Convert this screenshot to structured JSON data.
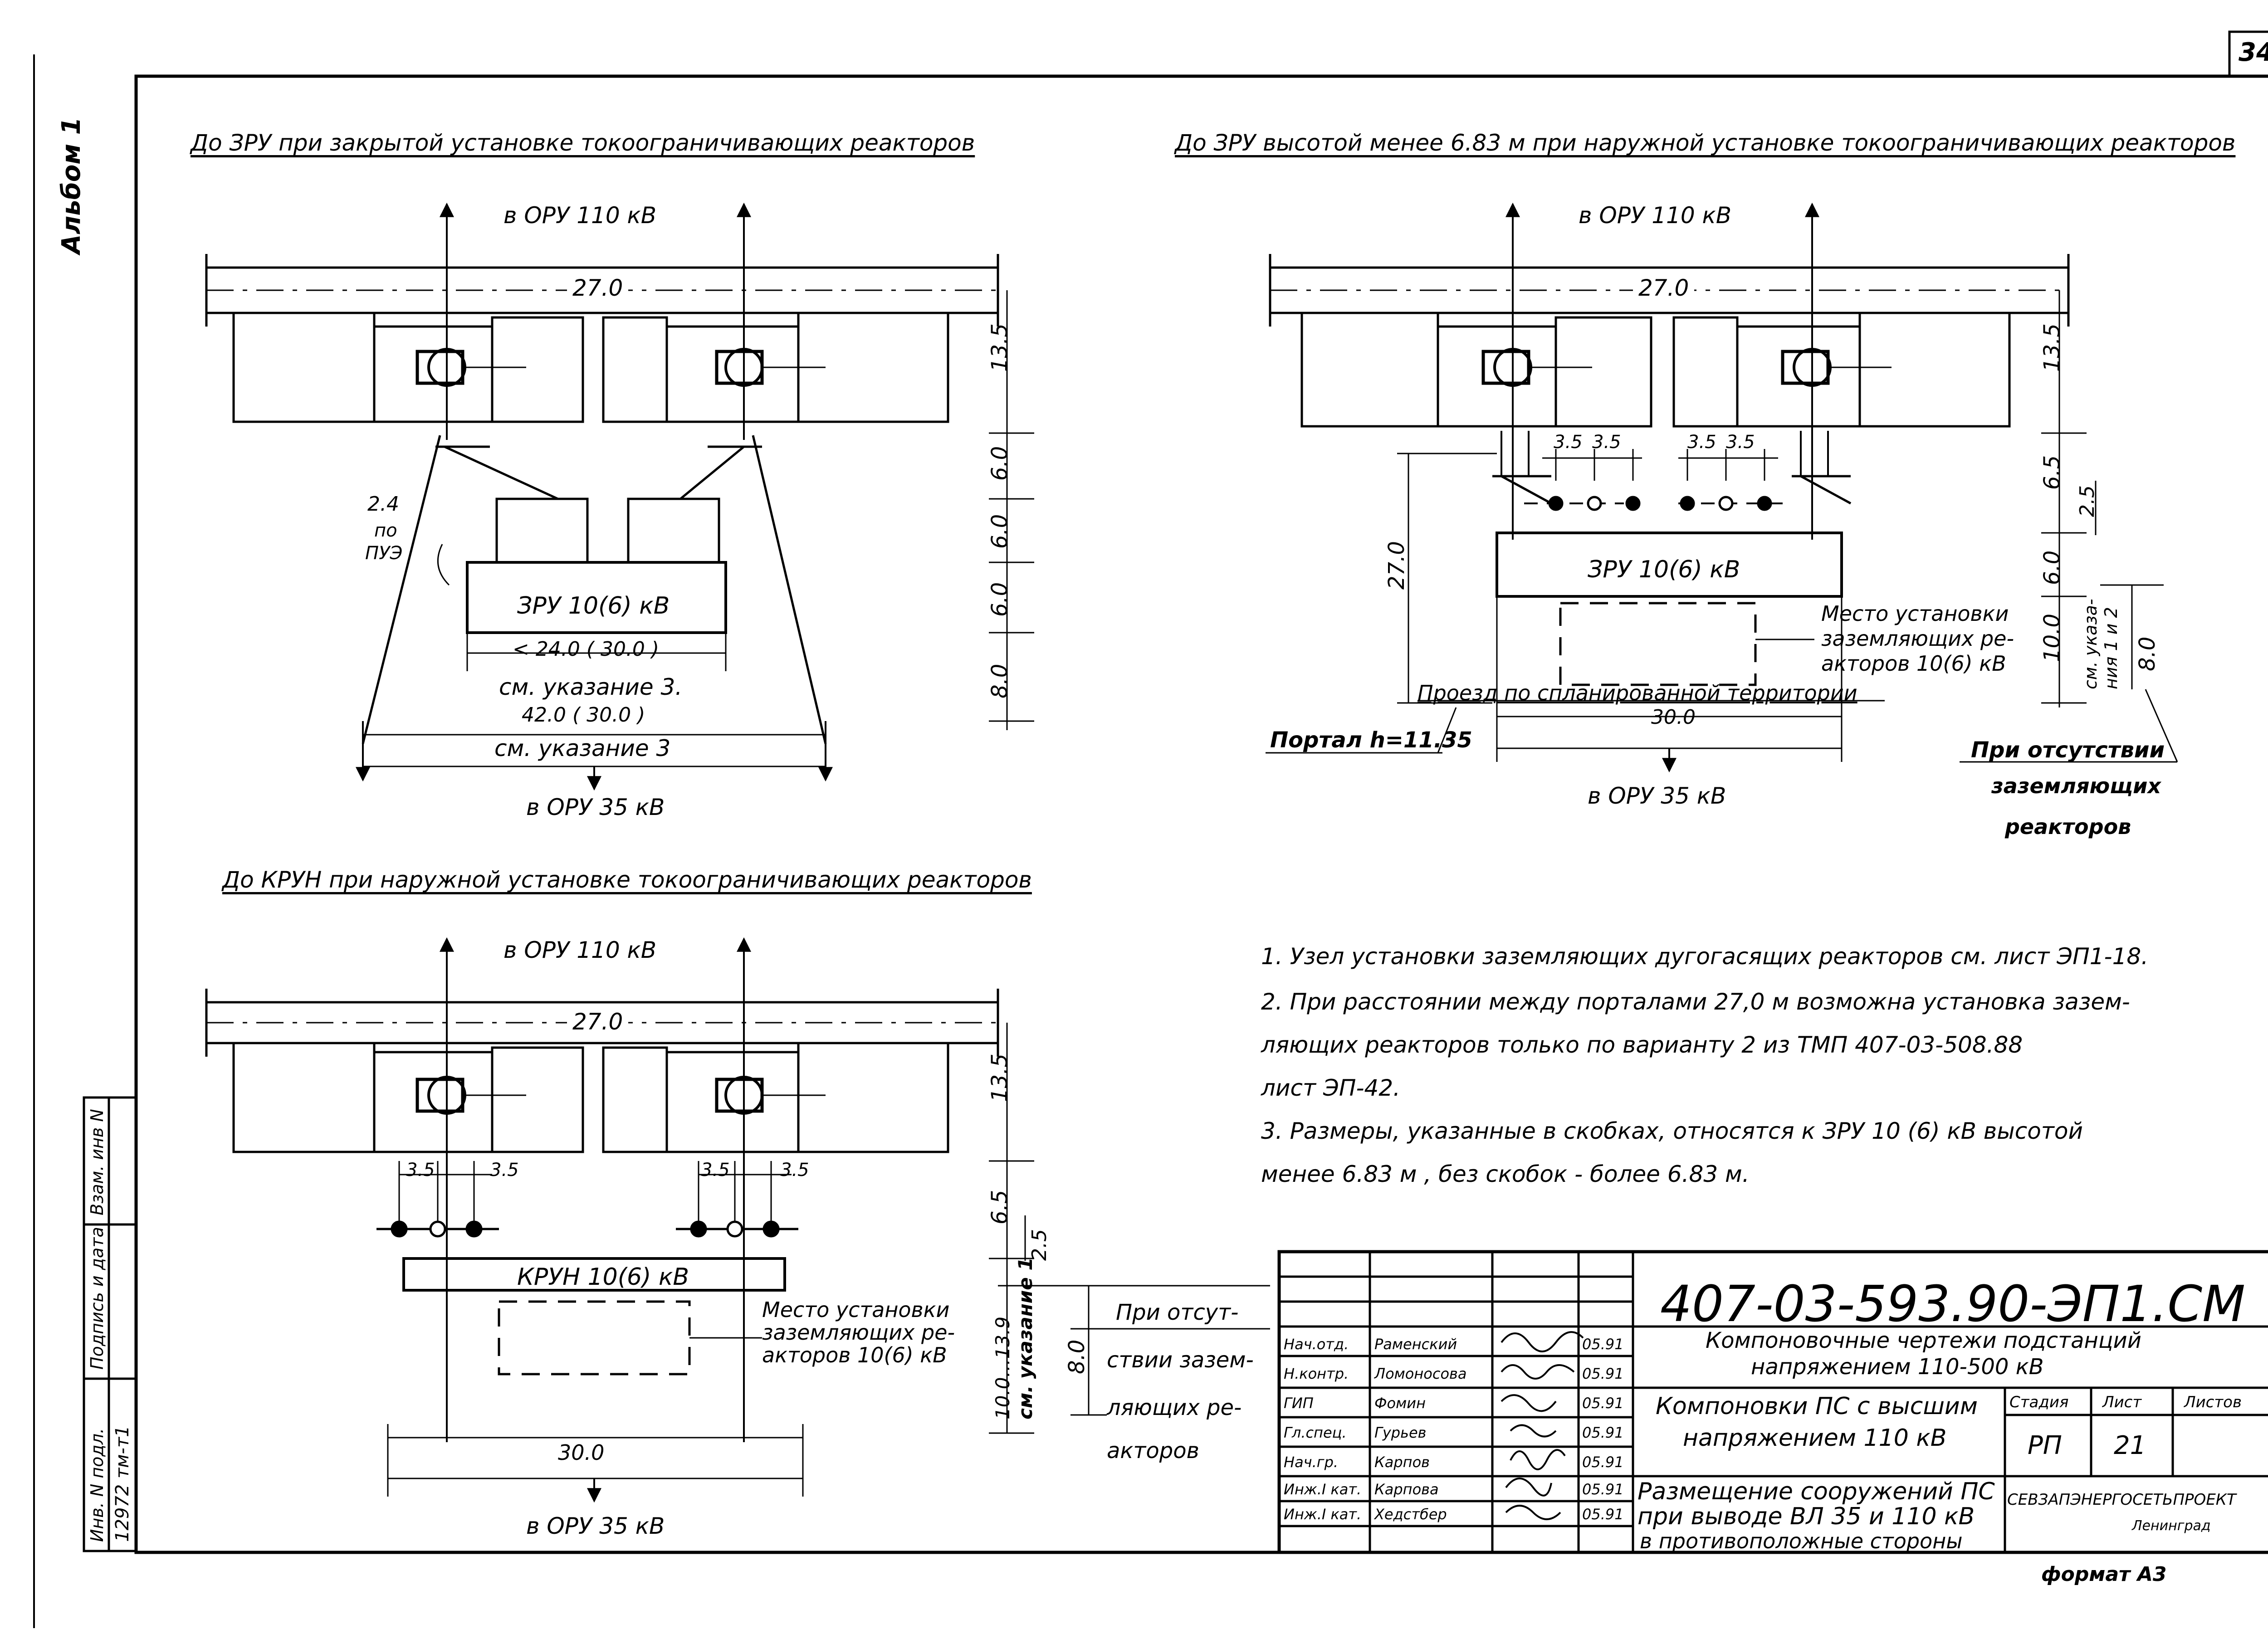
{
  "page_number": "34",
  "album_label": "Альбом 1",
  "format_label": "формат А3",
  "sections": {
    "top_left": {
      "title": "До ЗРУ при закрытой установке токоограничивающих реакторов",
      "top_label": "в ОРУ 110 кВ",
      "bottom_label": "в ОРУ 35 кВ",
      "span": "27.0",
      "dim_13_5": "13.5",
      "dim_6_0_a": "6.0",
      "dim_6_0_b": "6.0",
      "dim_6_0_c": "6.0",
      "dim_8_0": "8.0",
      "dim_2_4": "2.4",
      "pue_label_1": "по",
      "pue_label_2": "ПУЭ",
      "building": "ЗРУ 10(6) кВ",
      "w1": "< 24.0 ( 30.0 )",
      "note_a": "см. указание 3.",
      "w2": "42.0 ( 30.0 )",
      "note_b": "см. указание 3"
    },
    "top_right": {
      "title": "До ЗРУ высотой менее 6.83 м  при наружной установке токоограничивающих реакторов",
      "top_label": "в ОРУ 110 кВ",
      "bottom_label": "в ОРУ 35 кВ",
      "span": "27.0",
      "dim_13_5": "13.5",
      "dim_6_5": "6.5",
      "dim_6_0": "6.0",
      "dim_2_5": "2.5",
      "dim_10_0": "10.0",
      "dim_8_0": "8.0",
      "dim_27_0_v": "27.0",
      "dim_3_5": [
        "3.5",
        "3.5",
        "3.5",
        "3.5"
      ],
      "building": "ЗРУ 10(6) кВ",
      "reactor_place": [
        "Место установки",
        "заземляющих ре-",
        "акторов 10(6) кВ"
      ],
      "drive": "Проезд по спланированной территории",
      "w30": "30.0",
      "portal": "Портал h=11.35",
      "see_note": [
        "см. указа-",
        "ния 1 и 2"
      ],
      "absence": [
        "При отсутствии",
        "заземляющих",
        "реакторов"
      ]
    },
    "bottom_left": {
      "title": "До КРУН при наружной установке токоограничивающих реакторов",
      "top_label": "в ОРУ 110 кВ",
      "bottom_label": "в ОРУ 35 кВ",
      "span": "27.0",
      "dim_13_5": "13.5",
      "dim_6_5": "6.5",
      "dim_2_5": "2.5",
      "dim_3_5": [
        "3.5",
        "3.5",
        "3.5",
        "3.5"
      ],
      "building": "КРУН 10(6) кВ",
      "reactor_place": [
        "Место установки",
        "заземляющих ре-",
        "акторов 10(6) кВ"
      ],
      "dim_10_13_9": "10.0...13.9",
      "see_note": "см. указание 1",
      "dim_8_0": "8.0",
      "w30": "30.0",
      "absence": [
        "При отсут-",
        "ствии зазем-",
        "ляющих ре-",
        "акторов"
      ]
    }
  },
  "notes": [
    "1.   Узел установки заземляющих дугогасящих реакторов см. лист ЭП1-18.",
    "2.  При расстоянии между порталами 27,0 м возможна установка зазем-",
    "     ляющих реакторов только по варианту 2 из ТМП 407-03-508.88",
    "     лист ЭП-42.",
    "3.  Размеры, указанные в скобках, относятся к ЗРУ 10 (6) кВ высотой",
    "     менее 6.83 м , без скобок - более 6.83 м."
  ],
  "side_stamp": {
    "vzam": "Взам. инв N",
    "podpis": "Подпись и дата",
    "inv": "Инв. N подл.",
    "inv_value": "12972 тм-т1"
  },
  "title_block": {
    "code": "407-03-593.90-ЭП1.СМ",
    "title1": [
      "Компоновочные чертежи подстанций",
      "напряжением 110-500 кВ"
    ],
    "title2": [
      "Компоновки ПС с высшим",
      "напряжением 110 кВ"
    ],
    "title3": [
      "Размещение сооружений ПС",
      "при выводе ВЛ 35 и 110 кВ",
      "в противоположные стороны"
    ],
    "hdr_stage": "Стадия",
    "hdr_sheet": "Лист",
    "hdr_sheets": "Листов",
    "stage": "РП",
    "sheet": "21",
    "org": "СЕВЗАПЭНЕРГОСЕТЬПРОЕКТ",
    "city": "Ленинград",
    "people": [
      {
        "role": "Нач.отд.",
        "name": "Раменский",
        "date": "05.91"
      },
      {
        "role": "Н.контр.",
        "name": "Ломоносова",
        "date": "05.91"
      },
      {
        "role": "ГИП",
        "name": "Фомин",
        "date": "05.91"
      },
      {
        "role": "Гл.спец.",
        "name": "Гурьев",
        "date": "05.91"
      },
      {
        "role": "Нач.гр.",
        "name": "Карпов",
        "date": "05.91"
      },
      {
        "role": "Инж.I кат.",
        "name": "Карпова",
        "date": "05.91"
      },
      {
        "role": "Инж.I кат.",
        "name": "Хедстбер",
        "date": "05.91"
      }
    ]
  }
}
